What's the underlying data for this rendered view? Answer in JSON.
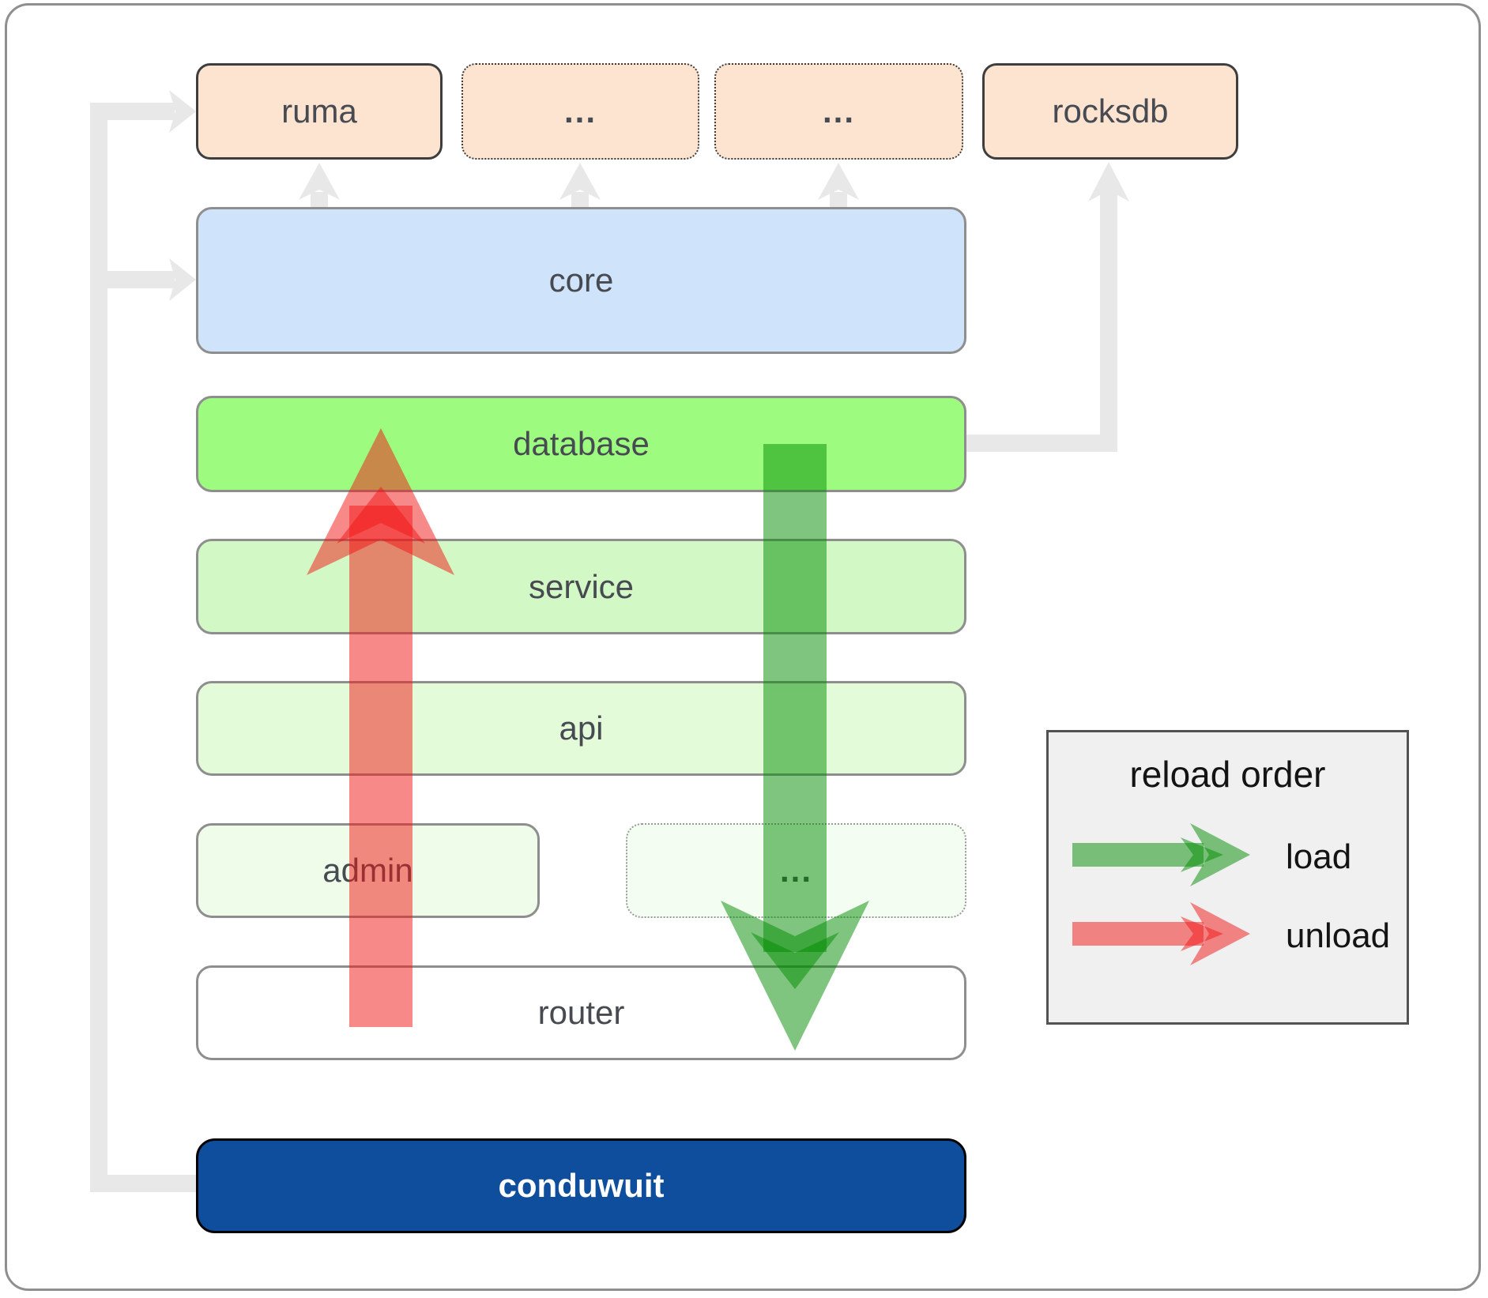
{
  "boxes": {
    "ruma": {
      "label": "ruma"
    },
    "dep_a": {
      "label": "..."
    },
    "dep_b": {
      "label": "..."
    },
    "rocksdb": {
      "label": "rocksdb"
    },
    "core": {
      "label": "core"
    },
    "database": {
      "label": "database"
    },
    "service": {
      "label": "service"
    },
    "api": {
      "label": "api"
    },
    "admin": {
      "label": "admin"
    },
    "extra": {
      "label": "..."
    },
    "router": {
      "label": "router"
    },
    "app": {
      "label": "conduwuit"
    }
  },
  "legend": {
    "title": "reload order",
    "items": [
      {
        "label": "load"
      },
      {
        "label": "unload"
      }
    ]
  },
  "colors": {
    "dependency_fill": "#fce4d1",
    "core_fill": "#cfe4fa",
    "database_fill": "#9dfc80",
    "service_fill": "#d2f8c5",
    "api_fill": "#e3fbd8",
    "admin_fill": "#eefce9",
    "extra_fill": "#f3fdf1",
    "router_fill": "#ffffff",
    "app_fill": "#0f4e9c",
    "app_text": "#ffffff",
    "label_text": "#474a51",
    "legend_fill": "#f0f0f0",
    "load_arrow": "#008c00",
    "unload_arrow": "#f11414",
    "connector": "#e8e8e8"
  }
}
